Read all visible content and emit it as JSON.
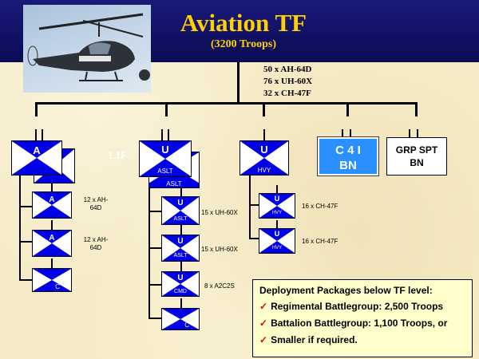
{
  "header": {
    "title": "Aviation TF",
    "subtitle": "(3200 Troops)"
  },
  "strength": [
    "50 x AH-64D",
    "76 x UH-60X",
    "32 x CH-47F"
  ],
  "units": {
    "attack_bn": {
      "symbol": "A"
    },
    "attack_co_1": {
      "symbol": "A",
      "note": "12 x AH-64D"
    },
    "attack_co_2": {
      "symbol": "A",
      "note": "12 x AH-64D"
    },
    "attack_hhc": {
      "sub": "C"
    },
    "lif_label": "LIF",
    "aslt_bn": {
      "symbol": "U",
      "sub": "ASLT",
      "back_sub": "ASLT"
    },
    "aslt_co_1": {
      "symbol": "U",
      "sub": "ASLT",
      "note": "15 x UH-60X"
    },
    "aslt_co_2": {
      "symbol": "U",
      "sub": "ASLT",
      "note": "15 x UH-60X"
    },
    "cmd_co": {
      "symbol": "U",
      "sub": "CMD",
      "note": "8 x A2C2S"
    },
    "aslt_hhc": {
      "sub": "C"
    },
    "hvy_bn": {
      "symbol": "U",
      "sub": "HVY"
    },
    "hvy_co_1": {
      "symbol": "U",
      "sub": "HVY",
      "note": "16 x CH-47F"
    },
    "hvy_co_2": {
      "symbol": "U",
      "sub": "HVY",
      "note": "16 x CH-47F"
    },
    "c4i": {
      "line1": "C 4 I",
      "line2": "BN"
    },
    "grp_spt": {
      "line1": "GRP SPT",
      "line2": "BN"
    }
  },
  "deployment": {
    "heading": "Deployment Packages below TF level:",
    "items": [
      "Regimental Battlegroup: 2,500 Troops",
      "Battalion Battlegroup: 1,100 Troops, or",
      "Smaller if required."
    ],
    "check_color": "#e00000"
  },
  "colors": {
    "banner": "#0b0b55",
    "title": "#ffd100",
    "unit_blue": "#0000e6",
    "c4i_blue": "#2a90ff"
  }
}
